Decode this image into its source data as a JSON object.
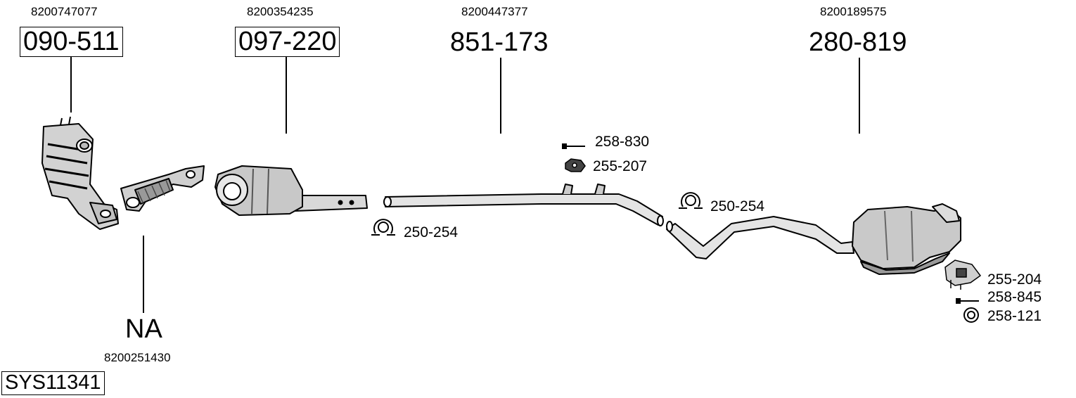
{
  "system": {
    "code": "SYS11341"
  },
  "parts": [
    {
      "id": "090-511",
      "oem": "8200747077",
      "boxed": true
    },
    {
      "id": "097-220",
      "oem": "8200354235",
      "boxed": true
    },
    {
      "id": "851-173",
      "oem": "8200447377",
      "boxed": false
    },
    {
      "id": "280-819",
      "oem": "8200189575",
      "boxed": false
    },
    {
      "id": "NA",
      "oem": "8200251430",
      "boxed": false
    }
  ],
  "accessories": [
    {
      "id": "258-830",
      "icon": "bolt-icon"
    },
    {
      "id": "255-207",
      "icon": "rubber-mount-icon"
    },
    {
      "id": "250-254",
      "icon": "clamp-icon"
    },
    {
      "id": "250-254",
      "icon": "clamp-icon"
    },
    {
      "id": "255-204",
      "icon": "bracket-icon"
    },
    {
      "id": "258-845",
      "icon": "bolt-icon"
    },
    {
      "id": "258-121",
      "icon": "ring-gasket-icon"
    }
  ]
}
